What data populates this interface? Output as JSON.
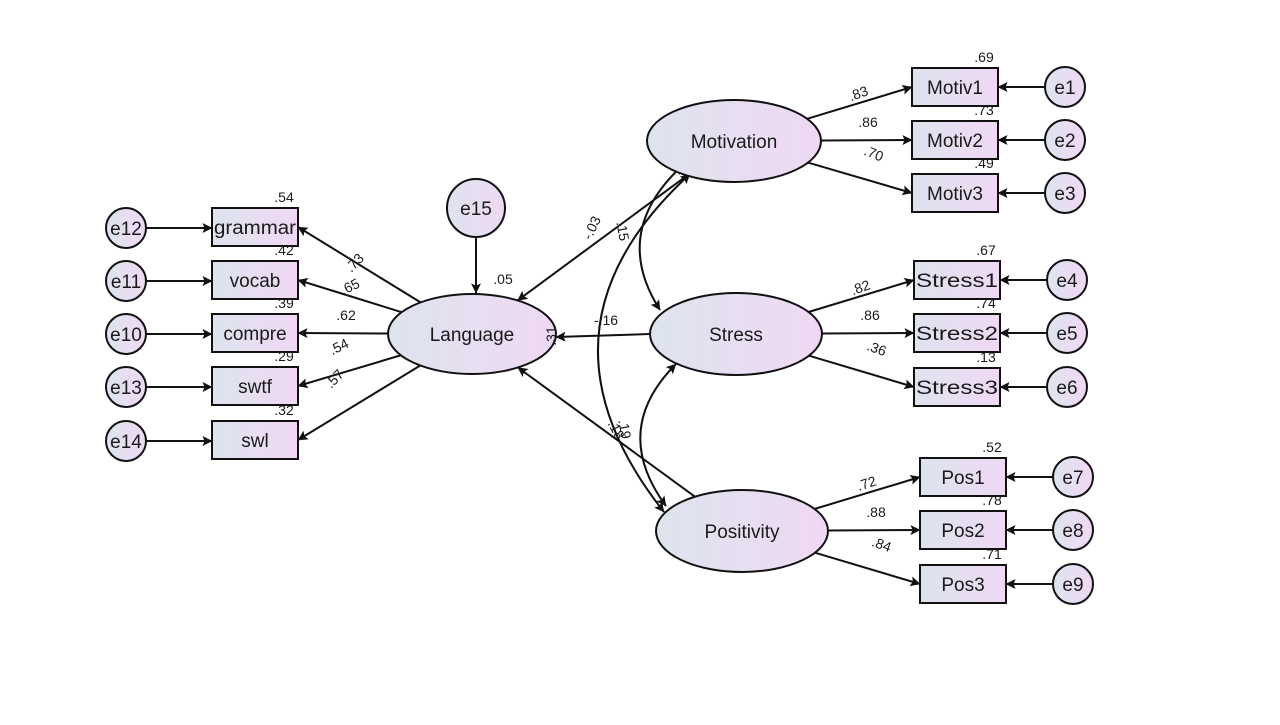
{
  "colors": {
    "fill_start": "#dde4ee",
    "fill_end": "#f0d8f4",
    "stroke": "#111111",
    "background": "#ffffff"
  },
  "diagram": {
    "latent": [
      {
        "id": "language",
        "label": "Language"
      },
      {
        "id": "motivation",
        "label": "Motivation"
      },
      {
        "id": "stress",
        "label": "Stress"
      },
      {
        "id": "positivity",
        "label": "Positivity"
      }
    ],
    "observed": [
      {
        "id": "grammar",
        "label": "grammar",
        "r2": ".54"
      },
      {
        "id": "vocab",
        "label": "vocab",
        "r2": ".42"
      },
      {
        "id": "compre",
        "label": "compre",
        "r2": ".39"
      },
      {
        "id": "swtf",
        "label": "swtf",
        "r2": ".29"
      },
      {
        "id": "swl",
        "label": "swl",
        "r2": ".32"
      },
      {
        "id": "motiv1",
        "label": "Motiv1",
        "r2": ".69"
      },
      {
        "id": "motiv2",
        "label": "Motiv2",
        "r2": ".73"
      },
      {
        "id": "motiv3",
        "label": "Motiv3",
        "r2": ".49"
      },
      {
        "id": "stress1",
        "label": "Stress1",
        "r2": ".67"
      },
      {
        "id": "stress2",
        "label": "Stress2",
        "r2": ".74"
      },
      {
        "id": "stress3",
        "label": "Stress3",
        "r2": ".13"
      },
      {
        "id": "pos1",
        "label": "Pos1",
        "r2": ".52"
      },
      {
        "id": "pos2",
        "label": "Pos2",
        "r2": ".78"
      },
      {
        "id": "pos3",
        "label": "Pos3",
        "r2": ".71"
      }
    ],
    "errors": [
      {
        "id": "e12",
        "label": "e12",
        "target": "grammar"
      },
      {
        "id": "e11",
        "label": "e11",
        "target": "vocab"
      },
      {
        "id": "e10",
        "label": "e10",
        "target": "compre"
      },
      {
        "id": "e13",
        "label": "e13",
        "target": "swtf"
      },
      {
        "id": "e14",
        "label": "e14",
        "target": "swl"
      },
      {
        "id": "e1",
        "label": "e1",
        "target": "motiv1"
      },
      {
        "id": "e2",
        "label": "e2",
        "target": "motiv2"
      },
      {
        "id": "e3",
        "label": "e3",
        "target": "motiv3"
      },
      {
        "id": "e4",
        "label": "e4",
        "target": "stress1"
      },
      {
        "id": "e5",
        "label": "e5",
        "target": "stress2"
      },
      {
        "id": "e6",
        "label": "e6",
        "target": "stress3"
      },
      {
        "id": "e7",
        "label": "e7",
        "target": "pos1"
      },
      {
        "id": "e8",
        "label": "e8",
        "target": "pos2"
      },
      {
        "id": "e9",
        "label": "e9",
        "target": "pos3"
      },
      {
        "id": "e15",
        "label": "e15",
        "target": "language"
      }
    ],
    "language_r2": ".05",
    "loadings": [
      {
        "from": "language",
        "to": "grammar",
        "value": ".73"
      },
      {
        "from": "language",
        "to": "vocab",
        "value": ".65"
      },
      {
        "from": "language",
        "to": "compre",
        "value": ".62"
      },
      {
        "from": "language",
        "to": "swtf",
        "value": ".54"
      },
      {
        "from": "language",
        "to": "swl",
        "value": ".57"
      },
      {
        "from": "motivation",
        "to": "motiv1",
        "value": ".83"
      },
      {
        "from": "motivation",
        "to": "motiv2",
        "value": ".86"
      },
      {
        "from": "motivation",
        "to": "motiv3",
        "value": ".70"
      },
      {
        "from": "stress",
        "to": "stress1",
        "value": ".82"
      },
      {
        "from": "stress",
        "to": "stress2",
        "value": ".86"
      },
      {
        "from": "stress",
        "to": "stress3",
        "value": ".36"
      },
      {
        "from": "positivity",
        "to": "pos1",
        "value": ".72"
      },
      {
        "from": "positivity",
        "to": "pos2",
        "value": ".88"
      },
      {
        "from": "positivity",
        "to": "pos3",
        "value": ".84"
      }
    ],
    "paths": [
      {
        "from": "motivation",
        "to": "language",
        "value": "-.03"
      },
      {
        "from": "stress",
        "to": "language",
        "value": "-.16"
      },
      {
        "from": "positivity",
        "to": "language",
        "value": ".18"
      }
    ],
    "covariances": [
      {
        "a": "motivation",
        "b": "stress",
        "value": ".15"
      },
      {
        "a": "motivation",
        "b": "positivity",
        "value": ".31"
      },
      {
        "a": "stress",
        "b": "positivity",
        "value": ".19"
      }
    ]
  }
}
